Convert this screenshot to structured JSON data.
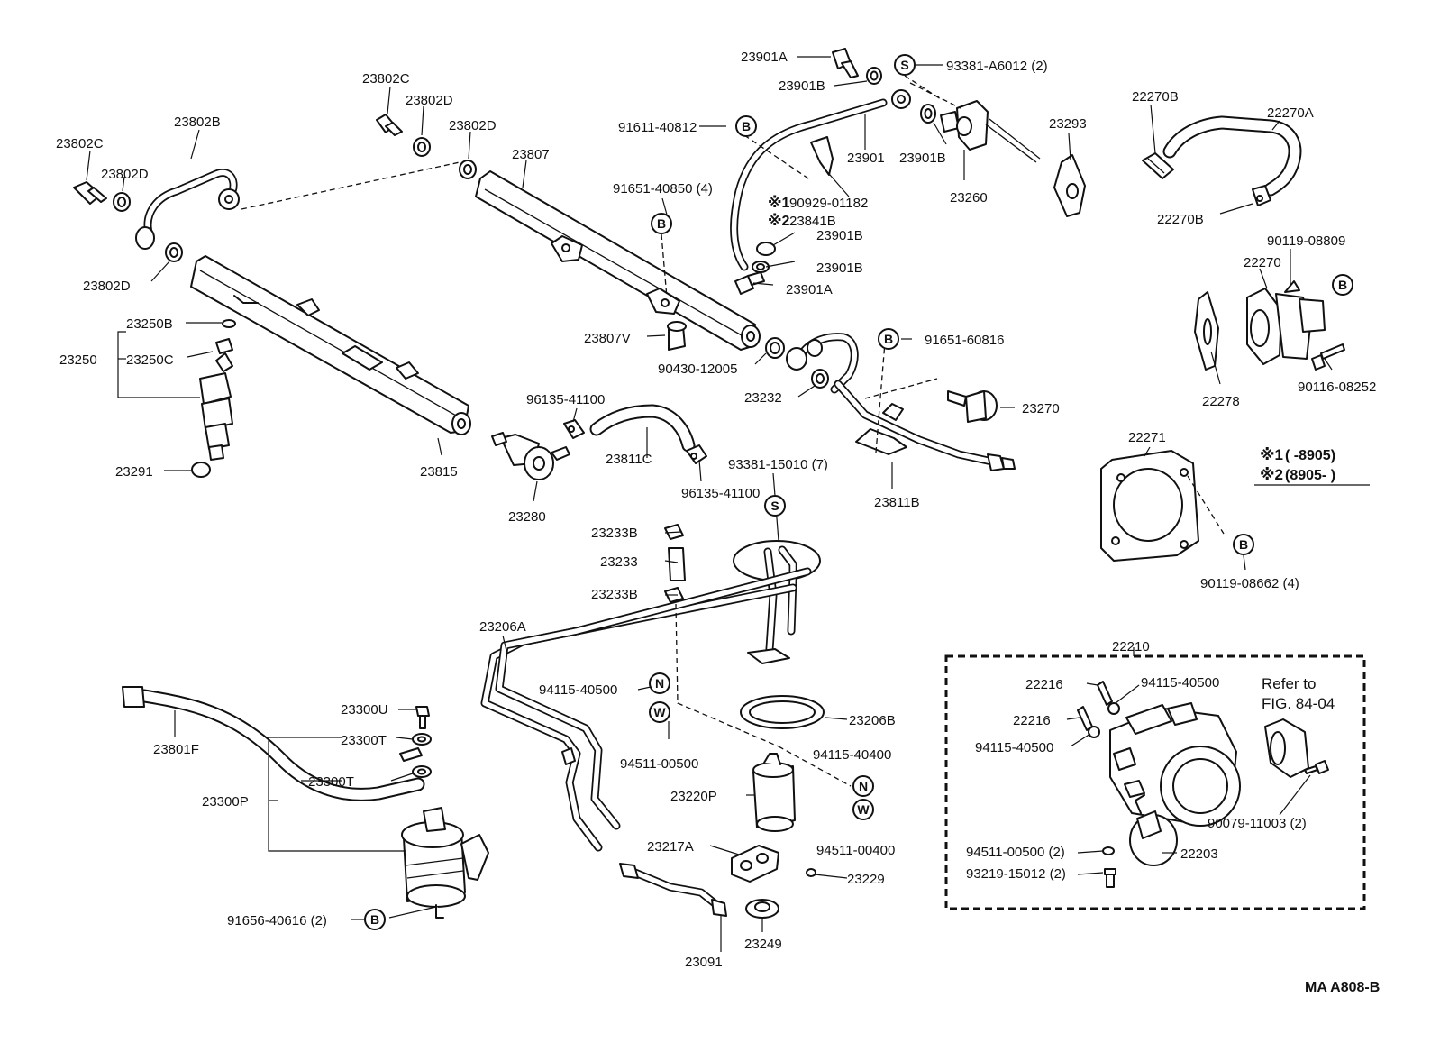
{
  "labels": {
    "p23802C_a": "23802C",
    "p23802D_a": "23802D",
    "p23802B": "23802B",
    "p23802C_b": "23802C",
    "p23802D_b": "23802D",
    "p23802D_c": "23802D",
    "p23802D_d": "23802D",
    "p23807": "23807",
    "p23250B": "23250B",
    "p23250": "23250",
    "p23250C": "23250C",
    "p23291": "23291",
    "p23815": "23815",
    "p91611": "91611-40812",
    "p91651_40850": "91651-40850 (4)",
    "p23807V": "23807V",
    "p90430": "90430-12005",
    "p23901A_top": "23901A",
    "p23901B_top": "23901B",
    "p93381A": "93381-A6012 (2)",
    "p23901": "23901",
    "p23901B_mid": "23901B",
    "p23260": "23260",
    "p23293": "23293",
    "p90929": "90929-01182",
    "p23841B": "23841B",
    "p23901B_low": "23901B",
    "p23901B_low2": "23901B",
    "p23901A_low": "23901A",
    "p22270B_top": "22270B",
    "p22270A": "22270A",
    "p22270B_low": "22270B",
    "p90119_08809": "90119-08809",
    "p22270": "22270",
    "p22278": "22278",
    "p90116": "90116-08252",
    "p91651_60816": "91651-60816",
    "p23232": "23232",
    "p23270": "23270",
    "p23811B": "23811B",
    "p96135_a": "96135-41100",
    "p23811C": "23811C",
    "p96135_b": "96135-41100",
    "p23280": "23280",
    "p93381_15010": "93381-15010 (7)",
    "p22271": "22271",
    "p90119_08662": "90119-08662 (4)",
    "p23233B_a": "23233B",
    "p23233": "23233",
    "p23233B_b": "23233B",
    "p23206A": "23206A",
    "p94115_40500_a": "94115-40500",
    "p23206B": "23206B",
    "p94511_00500_a": "94511-00500",
    "p94115_40400": "94115-40400",
    "p23220P": "23220P",
    "p94511_00400": "94511-00400",
    "p23217A": "23217A",
    "p23229": "23229",
    "p23249": "23249",
    "p23091": "23091",
    "p23801F": "23801F",
    "p23300U": "23300U",
    "p23300T_a": "23300T",
    "p23300T_b": "23300T",
    "p23300P": "23300P",
    "p91656": "91656-40616 (2)",
    "p22210": "22210",
    "p22216_a": "22216",
    "p94115_40500_b": "94115-40500",
    "p22216_b": "22216",
    "p94115_40500_c": "94115-40500",
    "refer1": "Refer to",
    "refer2": "FIG. 84-04",
    "p90079": "90079-11003 (2)",
    "p94511_00500_b": "94511-00500 (2)",
    "p93219": "93219-15012 (2)",
    "p22203": "22203"
  },
  "notes": {
    "n1_mark": "※1",
    "n1_text": "(        -8905)",
    "n2_mark": "※2",
    "n2_text": "(8905-          )",
    "lbl_mark1": "※1",
    "lbl_mark2": "※2"
  },
  "markers": {
    "S": "S",
    "B": "B",
    "N": "N",
    "W": "W"
  },
  "figure_code": "MA A808-B"
}
